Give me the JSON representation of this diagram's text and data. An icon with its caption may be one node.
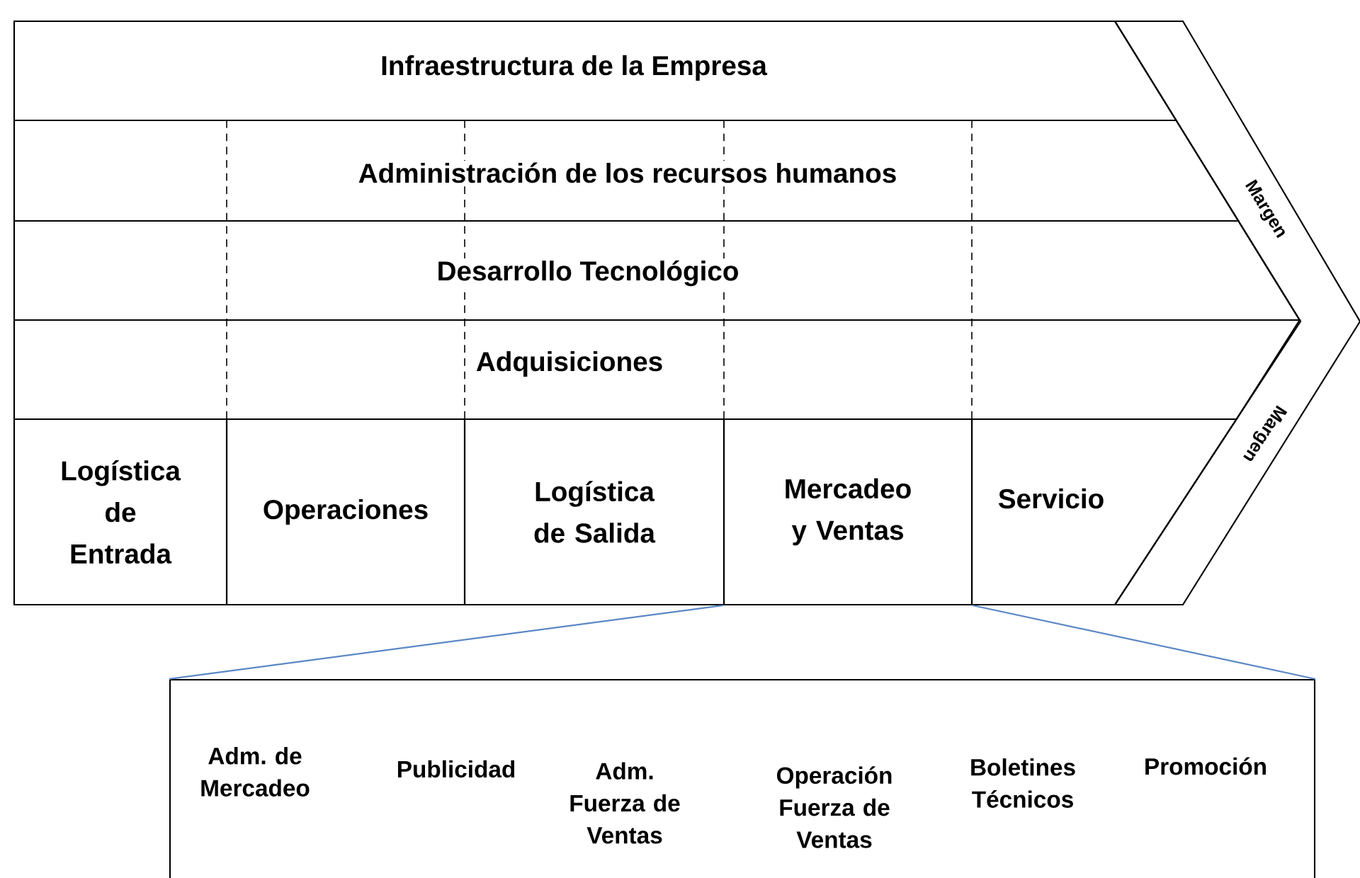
{
  "diagram": {
    "nodes": [
      {
        "text": [
          "Infraestructura de la Empresa"
        ]
      },
      {
        "text": [
          "Administración de los recursos humanos"
        ]
      },
      {
        "text": [
          "Desarrollo Tecnológico"
        ]
      },
      {
        "text": [
          "Adquisiciones"
        ]
      },
      {
        "text": [
          "Logística de Entrada"
        ]
      },
      {
        "text": [
          "Operaciones"
        ]
      },
      {
        "text": [
          "Logística de Salida"
        ]
      },
      {
        "text": [
          "Mercadeo y Ventas"
        ]
      },
      {
        "text": [
          "Servicio"
        ]
      },
      {
        "text": [
          "Adm. de Mercadeo",
          "Publicidad",
          "Adm. Fuerza de Ventas",
          "Operación Fuerza de Ventas",
          "Boletines Técnicos",
          "Promoción"
        ]
      }
    ],
    "edges": [
      {
        "from": 7,
        "to": 9,
        "arrow": "none",
        "color": "#5b87c5"
      },
      {
        "from": 7,
        "to": 9,
        "arrow": "none",
        "color": "#5b87c5"
      }
    ],
    "labels": [
      "Margen",
      "Margen"
    ]
  }
}
